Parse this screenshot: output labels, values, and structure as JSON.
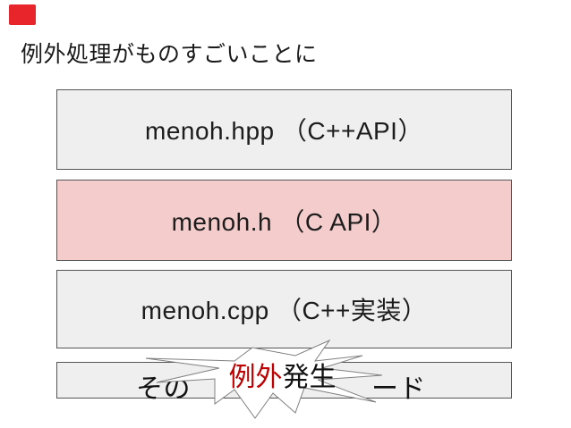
{
  "slide": {
    "background": "#ffffff",
    "text_color": "#1a1a1a"
  },
  "red_marker": {
    "color": "#e8252a"
  },
  "title": {
    "text": "例外処理がものすごいことに"
  },
  "stack": {
    "boxes": [
      {
        "id": "menoh-hpp",
        "label": "menoh.hpp （C++API）",
        "bg": "#efefef",
        "border": "#555555"
      },
      {
        "id": "menoh-h",
        "label": "menoh.h （C API）",
        "bg": "#f4cccc",
        "border": "#555555"
      },
      {
        "id": "menoh-cpp",
        "label": "menoh.cpp （C++実装）",
        "bg": "#efefef",
        "border": "#555555"
      }
    ],
    "user_code_box": {
      "left_fragment": "その",
      "right_fragment": "ード",
      "bg": "#efefef",
      "border": "#555555"
    }
  },
  "burst": {
    "text_red": "例外",
    "text_black": "発生",
    "fill": "#ffffff",
    "stroke": "#808080",
    "red_color": "#c00000"
  }
}
